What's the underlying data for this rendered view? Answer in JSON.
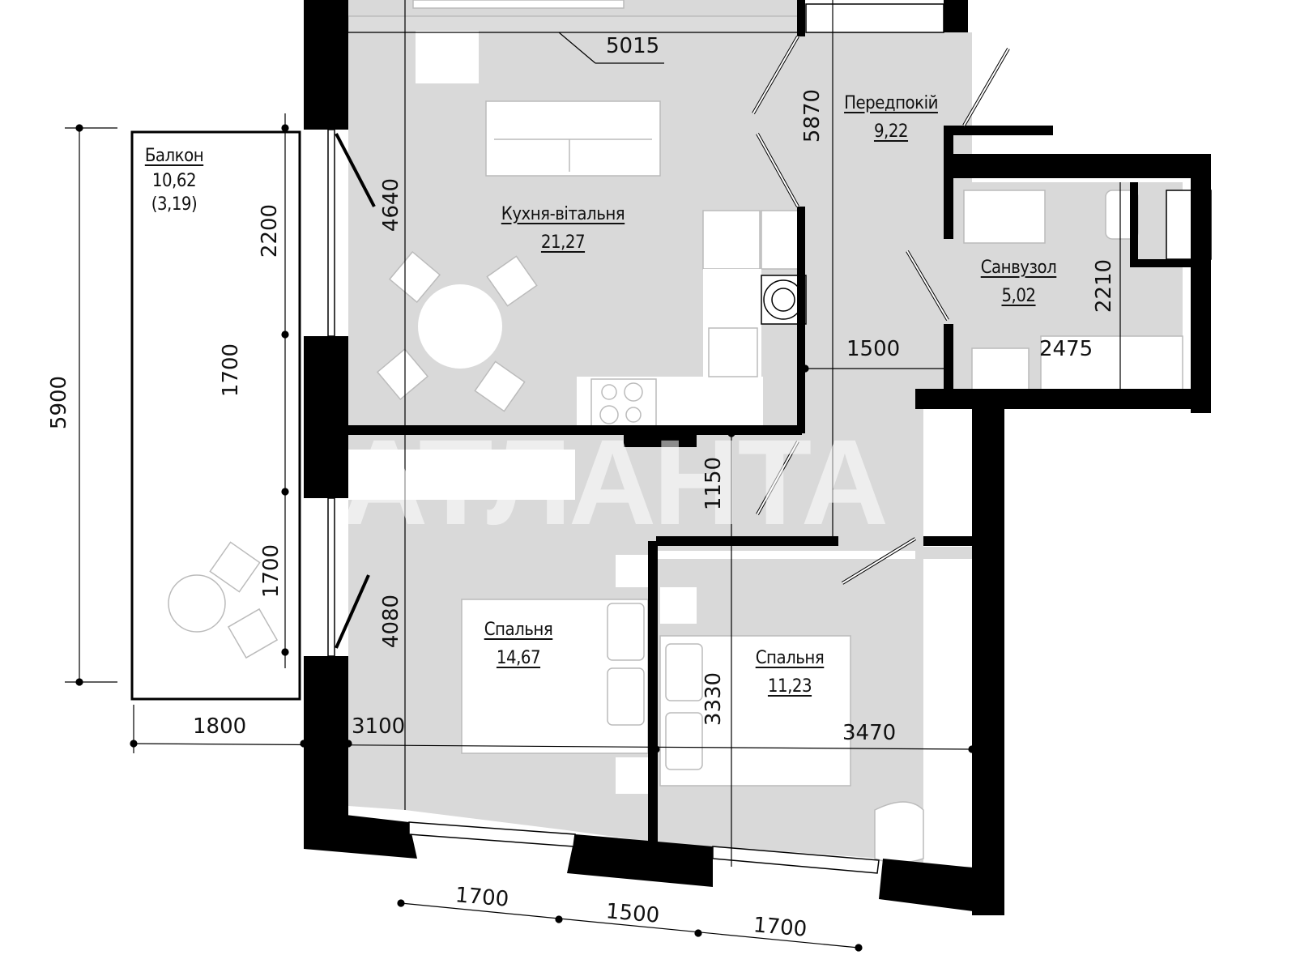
{
  "rooms": {
    "balcony": {
      "name": "Балкон",
      "area": "10,62",
      "area_reduced": "(3,19)"
    },
    "kitchen_living": {
      "name": "Кухня-вітальня",
      "area": "21,27"
    },
    "hallway": {
      "name": "Передпокій",
      "area": "9,22"
    },
    "bathroom": {
      "name": "Санвузол",
      "area": "5,02"
    },
    "bedroom1": {
      "name": "Спальня",
      "area": "14,67"
    },
    "bedroom2": {
      "name": "Спальня",
      "area": "11,23"
    }
  },
  "dimensions": {
    "kitchen_width": "5015",
    "hallway_length": "5870",
    "kitchen_depth": "4640",
    "balcony_window_top": "2200",
    "balcony_mid": "1700",
    "balcony_window_bottom": "1700",
    "balcony_total": "5900",
    "balcony_width": "1800",
    "bedroom1_width": "3100",
    "bedroom1_depth": "4080",
    "hall_passage_width": "1500",
    "bathroom_width": "2475",
    "bathroom_depth": "2210",
    "corridor_length": "1150",
    "bedroom2_depth": "3330",
    "bedroom2_width": "3470",
    "bottom_seg1": "1700",
    "bottom_seg2": "1500",
    "bottom_seg3": "1700"
  },
  "watermark": "АТЛАНТА",
  "colors": {
    "floor": "#d9d9d9",
    "wall": "#000000",
    "furniture": "#ffffff",
    "background": "#ffffff"
  }
}
